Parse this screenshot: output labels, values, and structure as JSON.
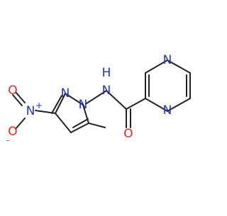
{
  "colors": {
    "bond": "#222222",
    "nitrogen": "#2233cc",
    "oxygen": "#ee2222",
    "background": "#ffffff"
  },
  "atoms": {
    "n_pyrazine_top": "N",
    "n_pyrazine_bottom": "N",
    "n_amide_h": "H",
    "n_amide": "N",
    "o_carbonyl": "O",
    "n_pyrazole_2": "N",
    "n_pyrazole_1": "N",
    "n_nitro": "N",
    "n_nitro_charge": "+",
    "o_nitro_top": "O",
    "o_nitro_minus": "O",
    "o_nitro_charge": "-"
  }
}
